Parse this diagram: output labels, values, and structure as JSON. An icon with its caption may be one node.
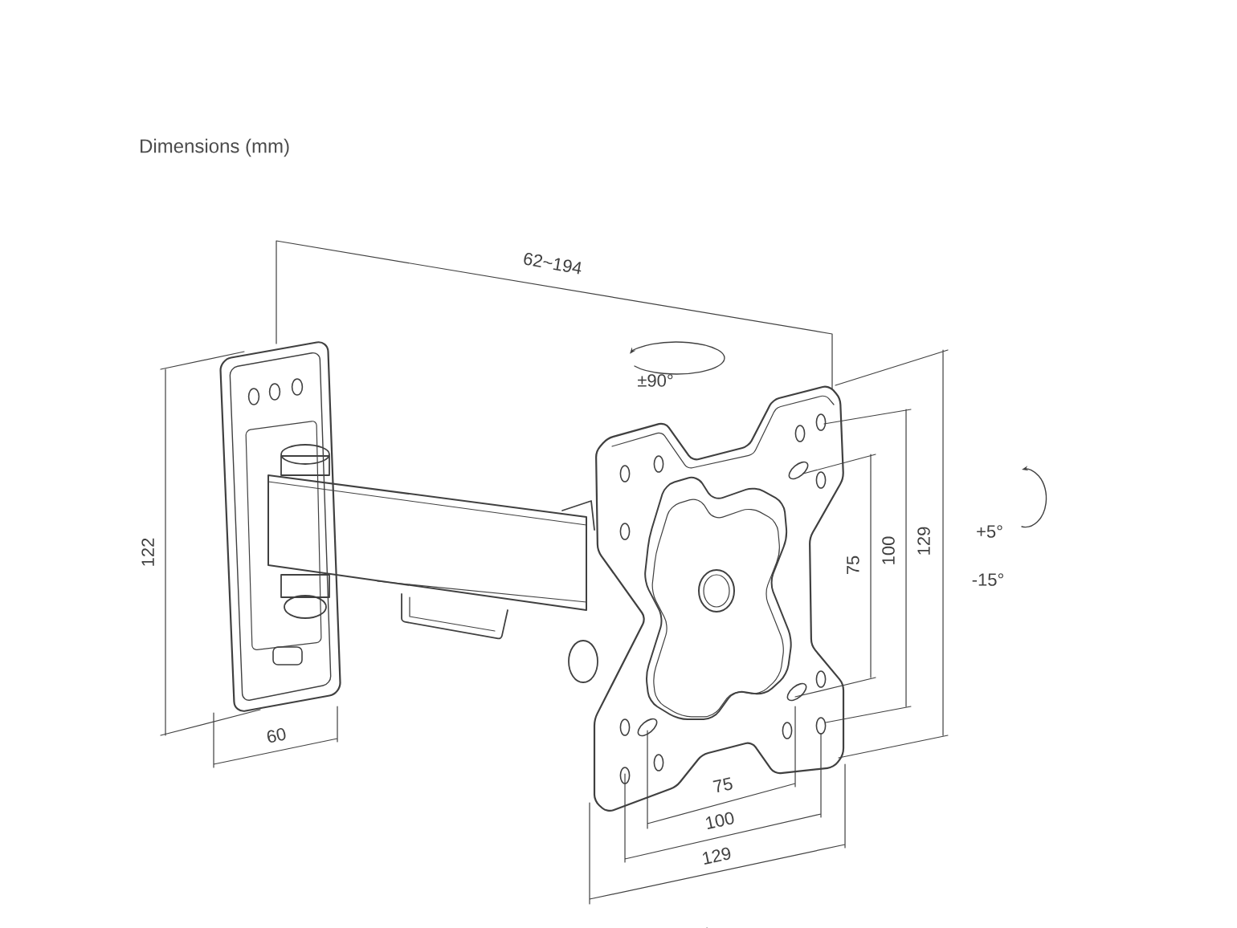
{
  "diagram": {
    "title": "Dimensions (mm)",
    "labels": [
      "62~194",
      "±90°",
      "122",
      "75",
      "100",
      "129",
      "+5°",
      "-15°",
      "60",
      "75",
      "100",
      "129"
    ]
  }
}
